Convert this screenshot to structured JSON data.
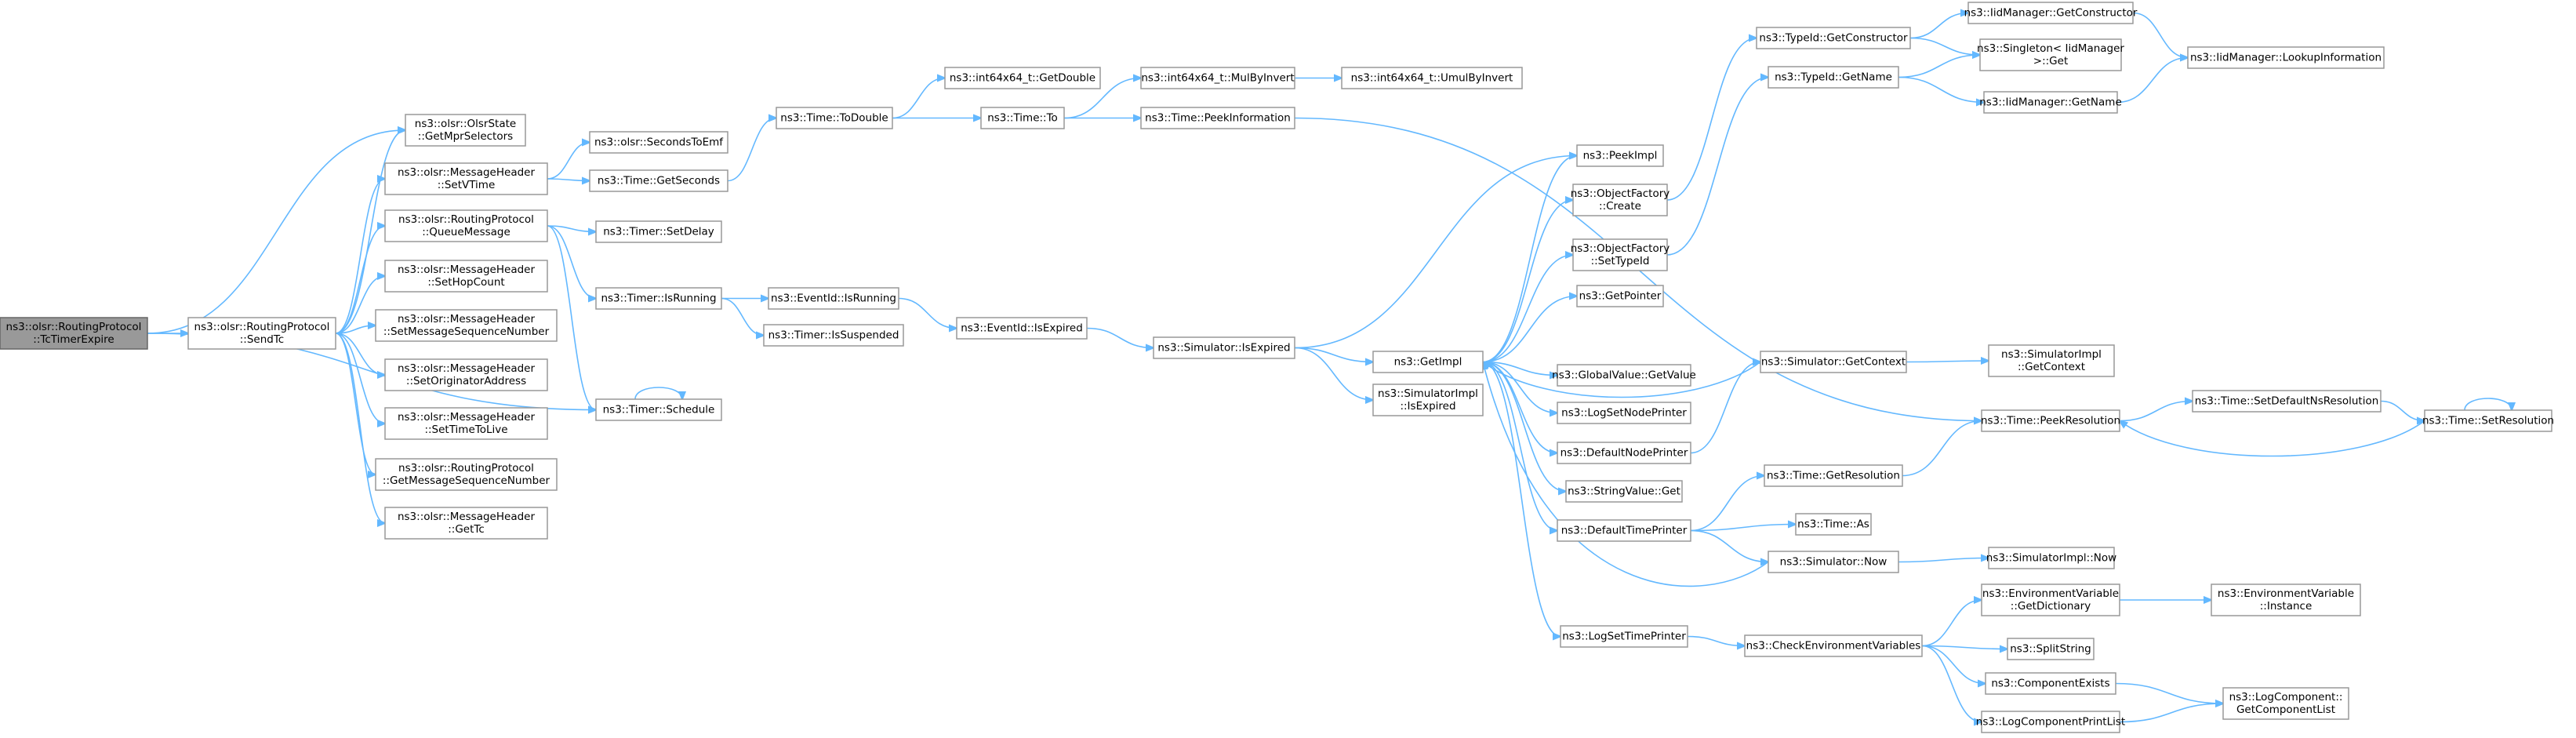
{
  "nodes": [
    {
      "id": "root",
      "lines": [
        "ns3::olsr::RoutingProtocol",
        "::TcTimerExpire"
      ],
      "root": true
    },
    {
      "id": "sendtc",
      "lines": [
        "ns3::olsr::RoutingProtocol",
        "::SendTc"
      ]
    },
    {
      "id": "getmpr",
      "lines": [
        "ns3::olsr::OlsrState",
        "::GetMprSelectors"
      ]
    },
    {
      "id": "setvtime",
      "lines": [
        "ns3::olsr::MessageHeader",
        "::SetVTime"
      ]
    },
    {
      "id": "queuemsg",
      "lines": [
        "ns3::olsr::RoutingProtocol",
        "::QueueMessage"
      ]
    },
    {
      "id": "sethop",
      "lines": [
        "ns3::olsr::MessageHeader",
        "::SetHopCount"
      ]
    },
    {
      "id": "setseq",
      "lines": [
        "ns3::olsr::MessageHeader",
        "::SetMessageSequenceNumber"
      ]
    },
    {
      "id": "setorig",
      "lines": [
        "ns3::olsr::MessageHeader",
        "::SetOriginatorAddress"
      ]
    },
    {
      "id": "setttl",
      "lines": [
        "ns3::olsr::MessageHeader",
        "::SetTimeToLive"
      ]
    },
    {
      "id": "getseq",
      "lines": [
        "ns3::olsr::RoutingProtocol",
        "::GetMessageSequenceNumber"
      ]
    },
    {
      "id": "gettc",
      "lines": [
        "ns3::olsr::MessageHeader",
        "::GetTc"
      ]
    },
    {
      "id": "sec2emf",
      "lines": [
        "ns3::olsr::SecondsToEmf"
      ]
    },
    {
      "id": "getsec",
      "lines": [
        "ns3::Time::GetSeconds"
      ]
    },
    {
      "id": "setdelay",
      "lines": [
        "ns3::Timer::SetDelay"
      ]
    },
    {
      "id": "isrunning",
      "lines": [
        "ns3::Timer::IsRunning"
      ]
    },
    {
      "id": "schedule",
      "lines": [
        "ns3::Timer::Schedule"
      ]
    },
    {
      "id": "todouble",
      "lines": [
        "ns3::Time::ToDouble"
      ]
    },
    {
      "id": "eidrunning",
      "lines": [
        "ns3::EventId::IsRunning"
      ]
    },
    {
      "id": "issusp",
      "lines": [
        "ns3::Timer::IsSuspended"
      ]
    },
    {
      "id": "getdouble",
      "lines": [
        "ns3::int64x64_t::GetDouble"
      ]
    },
    {
      "id": "timeto",
      "lines": [
        "ns3::Time::To"
      ]
    },
    {
      "id": "eidexpired",
      "lines": [
        "ns3::EventId::IsExpired"
      ]
    },
    {
      "id": "mulbyinv",
      "lines": [
        "ns3::int64x64_t::MulByInvert"
      ]
    },
    {
      "id": "peekinfo",
      "lines": [
        "ns3::Time::PeekInformation"
      ]
    },
    {
      "id": "umulbyinv",
      "lines": [
        "ns3::int64x64_t::UmulByInvert"
      ]
    },
    {
      "id": "simexpired",
      "lines": [
        "ns3::Simulator::IsExpired"
      ]
    },
    {
      "id": "getimpl",
      "lines": [
        "ns3::GetImpl"
      ]
    },
    {
      "id": "simimplexp",
      "lines": [
        "ns3::SimulatorImpl",
        "::IsExpired"
      ]
    },
    {
      "id": "peekimpl",
      "lines": [
        "ns3::PeekImpl"
      ]
    },
    {
      "id": "ofcreate",
      "lines": [
        "ns3::ObjectFactory",
        "::Create"
      ]
    },
    {
      "id": "ofsettype",
      "lines": [
        "ns3::ObjectFactory",
        "::SetTypeId"
      ]
    },
    {
      "id": "getpointer",
      "lines": [
        "ns3::GetPointer"
      ]
    },
    {
      "id": "gvget",
      "lines": [
        "ns3::GlobalValue::GetValue"
      ]
    },
    {
      "id": "logsetnode",
      "lines": [
        "ns3::LogSetNodePrinter"
      ]
    },
    {
      "id": "defnode",
      "lines": [
        "ns3::DefaultNodePrinter"
      ]
    },
    {
      "id": "svget",
      "lines": [
        "ns3::StringValue::Get"
      ]
    },
    {
      "id": "deftime",
      "lines": [
        "ns3::DefaultTimePrinter"
      ]
    },
    {
      "id": "logsettime",
      "lines": [
        "ns3::LogSetTimePrinter"
      ]
    },
    {
      "id": "typegetctor",
      "lines": [
        "ns3::TypeId::GetConstructor"
      ]
    },
    {
      "id": "typegetname",
      "lines": [
        "ns3::TypeId::GetName"
      ]
    },
    {
      "id": "simgetctx",
      "lines": [
        "ns3::Simulator::GetContext"
      ]
    },
    {
      "id": "gettimeres",
      "lines": [
        "ns3::Time::GetResolution"
      ]
    },
    {
      "id": "timeas",
      "lines": [
        "ns3::Time::As"
      ]
    },
    {
      "id": "simnow",
      "lines": [
        "ns3::Simulator::Now"
      ]
    },
    {
      "id": "checkenv",
      "lines": [
        "ns3::CheckEnvironmentVariables"
      ]
    },
    {
      "id": "iidgetctor",
      "lines": [
        "ns3::IidManager::GetConstructor"
      ]
    },
    {
      "id": "singleton",
      "lines": [
        "ns3::Singleton< IidManager",
        " >::Get"
      ]
    },
    {
      "id": "iidgetname",
      "lines": [
        "ns3::IidManager::GetName"
      ]
    },
    {
      "id": "simimplctx",
      "lines": [
        "ns3::SimulatorImpl",
        "::GetContext"
      ]
    },
    {
      "id": "peekres",
      "lines": [
        "ns3::Time::PeekResolution"
      ]
    },
    {
      "id": "simimplnow",
      "lines": [
        "ns3::SimulatorImpl::Now"
      ]
    },
    {
      "id": "envdict",
      "lines": [
        "ns3::EnvironmentVariable",
        "::GetDictionary"
      ]
    },
    {
      "id": "splitstr",
      "lines": [
        "ns3::SplitString"
      ]
    },
    {
      "id": "compexists",
      "lines": [
        "ns3::ComponentExists"
      ]
    },
    {
      "id": "logcompprint",
      "lines": [
        "ns3::LogComponentPrintList"
      ]
    },
    {
      "id": "iidlookup",
      "lines": [
        "ns3::IidManager::LookupInformation"
      ]
    },
    {
      "id": "setdefns",
      "lines": [
        "ns3::Time::SetDefaultNsResolution"
      ]
    },
    {
      "id": "envinst",
      "lines": [
        "ns3::EnvironmentVariable",
        "::Instance"
      ]
    },
    {
      "id": "logcomplist",
      "lines": [
        "ns3::LogComponent::",
        "GetComponentList"
      ]
    },
    {
      "id": "setres",
      "lines": [
        "ns3::Time::SetResolution"
      ]
    }
  ],
  "edges": [
    [
      "root",
      "sendtc"
    ],
    [
      "root",
      "getmpr"
    ],
    [
      "root",
      "schedule"
    ],
    [
      "sendtc",
      "getmpr"
    ],
    [
      "sendtc",
      "setvtime"
    ],
    [
      "sendtc",
      "queuemsg"
    ],
    [
      "sendtc",
      "sethop"
    ],
    [
      "sendtc",
      "setseq"
    ],
    [
      "sendtc",
      "setorig"
    ],
    [
      "sendtc",
      "setttl"
    ],
    [
      "sendtc",
      "getseq"
    ],
    [
      "sendtc",
      "gettc"
    ],
    [
      "setvtime",
      "sec2emf"
    ],
    [
      "setvtime",
      "getsec"
    ],
    [
      "queuemsg",
      "setdelay"
    ],
    [
      "queuemsg",
      "isrunning"
    ],
    [
      "queuemsg",
      "schedule"
    ],
    [
      "getsec",
      "todouble"
    ],
    [
      "isrunning",
      "eidrunning"
    ],
    [
      "isrunning",
      "issusp"
    ],
    [
      "schedule",
      "schedule"
    ],
    [
      "todouble",
      "getdouble"
    ],
    [
      "todouble",
      "timeto"
    ],
    [
      "eidrunning",
      "eidexpired"
    ],
    [
      "timeto",
      "mulbyinv"
    ],
    [
      "timeto",
      "peekinfo"
    ],
    [
      "mulbyinv",
      "umulbyinv"
    ],
    [
      "peekinfo",
      "peekres"
    ],
    [
      "eidexpired",
      "simexpired"
    ],
    [
      "simexpired",
      "getimpl"
    ],
    [
      "simexpired",
      "simimplexp"
    ],
    [
      "simexpired",
      "peekimpl"
    ],
    [
      "getimpl",
      "peekimpl"
    ],
    [
      "getimpl",
      "ofcreate"
    ],
    [
      "getimpl",
      "ofsettype"
    ],
    [
      "getimpl",
      "getpointer"
    ],
    [
      "getimpl",
      "gvget"
    ],
    [
      "getimpl",
      "logsetnode"
    ],
    [
      "getimpl",
      "defnode"
    ],
    [
      "getimpl",
      "svget"
    ],
    [
      "getimpl",
      "deftime"
    ],
    [
      "getimpl",
      "logsettime"
    ],
    [
      "ofcreate",
      "typegetctor"
    ],
    [
      "ofsettype",
      "typegetname"
    ],
    [
      "defnode",
      "simgetctx"
    ],
    [
      "simgetctx",
      "getimpl"
    ],
    [
      "simgetctx",
      "simimplctx"
    ],
    [
      "deftime",
      "gettimeres"
    ],
    [
      "deftime",
      "timeas"
    ],
    [
      "deftime",
      "simnow"
    ],
    [
      "simnow",
      "getimpl"
    ],
    [
      "simnow",
      "simimplnow"
    ],
    [
      "logsettime",
      "checkenv"
    ],
    [
      "typegetctor",
      "iidgetctor"
    ],
    [
      "typegetctor",
      "singleton"
    ],
    [
      "typegetname",
      "singleton"
    ],
    [
      "typegetname",
      "iidgetname"
    ],
    [
      "iidgetctor",
      "iidlookup"
    ],
    [
      "iidgetname",
      "iidlookup"
    ],
    [
      "gettimeres",
      "peekres"
    ],
    [
      "peekres",
      "setdefns"
    ],
    [
      "setdefns",
      "setres"
    ],
    [
      "setres",
      "peekres"
    ],
    [
      "setres",
      "setres"
    ],
    [
      "checkenv",
      "envdict"
    ],
    [
      "checkenv",
      "splitstr"
    ],
    [
      "checkenv",
      "compexists"
    ],
    [
      "checkenv",
      "logcompprint"
    ],
    [
      "envdict",
      "envinst"
    ],
    [
      "compexists",
      "logcomplist"
    ],
    [
      "logcompprint",
      "logcomplist"
    ]
  ],
  "colors": {
    "node_border": "#999999",
    "root_fill": "#999999",
    "edge": "#63b8ff",
    "text": "#000000"
  }
}
